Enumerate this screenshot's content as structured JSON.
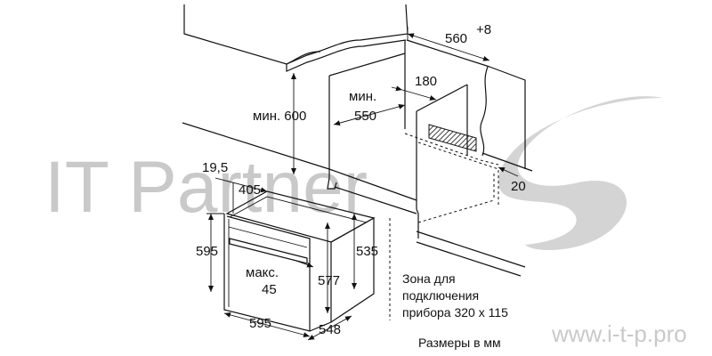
{
  "dimensions": {
    "niche_width": "560",
    "niche_width_tolerance": "+8",
    "min_height_label": "мин. 600",
    "min_depth_prefix": "мин.",
    "min_depth_value": "550",
    "vent_gap": "180",
    "rear_gap": "20",
    "door_offset": "19,5",
    "door_depth": "405",
    "oven_height": "595",
    "oven_width": "595",
    "oven_depth": "548",
    "body_height": "577",
    "niche_height": "535",
    "max_label": "макс.",
    "max_value": "45"
  },
  "connection_note": {
    "line1": "Зона для",
    "line2": "подключения",
    "line3": "прибора 320 x 115"
  },
  "units_note": "Размеры в мм",
  "watermark": {
    "brand": "IT Partner",
    "url": "www.i-t-p.pro"
  }
}
